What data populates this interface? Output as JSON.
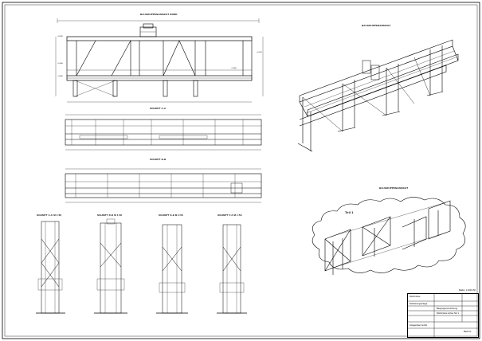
{
  "drawing": {
    "titles": {
      "front_view": "BAUGRUPPENANSICHT NORD",
      "iso_view_1": "BAUGRUPPENANSICHT",
      "iso_view_2": "BAUGRUPPENANSICHT",
      "section_aa": "SCHNITT A-A",
      "section_bb": "SCHNITT B-B",
      "section_cc": "SCHNITT C-C   M 1:50",
      "section_dd": "SCHNITT D-D   M 1:50",
      "section_ee": "SCHNITT E-E   M 1:50",
      "section_ff": "SCHNITT F-F   M 1:50",
      "teil": "Teil 1"
    },
    "note": "Maßst. 1:100/1:50",
    "title_block": {
      "line1": "Rohrbrücke",
      "line2": "Rohrleitungsanlage",
      "line3": "Baugruppenzeichnung",
      "line4": "Rohrbrücke Achse Teil 1",
      "line5": "Anlagenbau GmbH",
      "line6": "Blatt 1/1"
    }
  }
}
